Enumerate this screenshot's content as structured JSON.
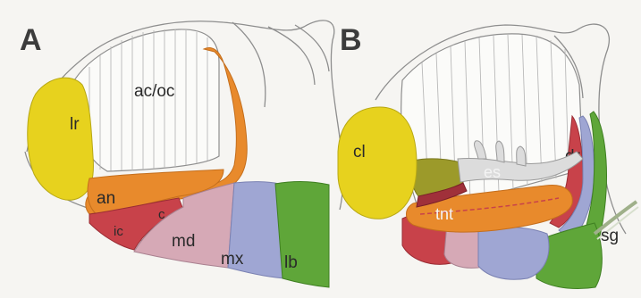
{
  "panels": [
    {
      "letter": "A",
      "labels": {
        "acoc": "ac/oc",
        "lr": "lr",
        "an": "an",
        "c": "c",
        "ic": "ic",
        "md": "md",
        "mx": "mx",
        "lb": "lb"
      }
    },
    {
      "letter": "B",
      "labels": {
        "cl": "cl",
        "es": "es",
        "dr": "dr",
        "tnt": "tnt",
        "sg": "sg"
      }
    }
  ],
  "colors": {
    "background": "#f6f5f2",
    "labrum": "#e7d21e",
    "antenna": "#e88a2c",
    "intercalary": "#c8424a",
    "mandible": "#d6a9b6",
    "maxilla": "#9fa6d3",
    "labium": "#5fa639",
    "esophagus": "#dcdcdc",
    "dark_red": "#a0303a"
  }
}
